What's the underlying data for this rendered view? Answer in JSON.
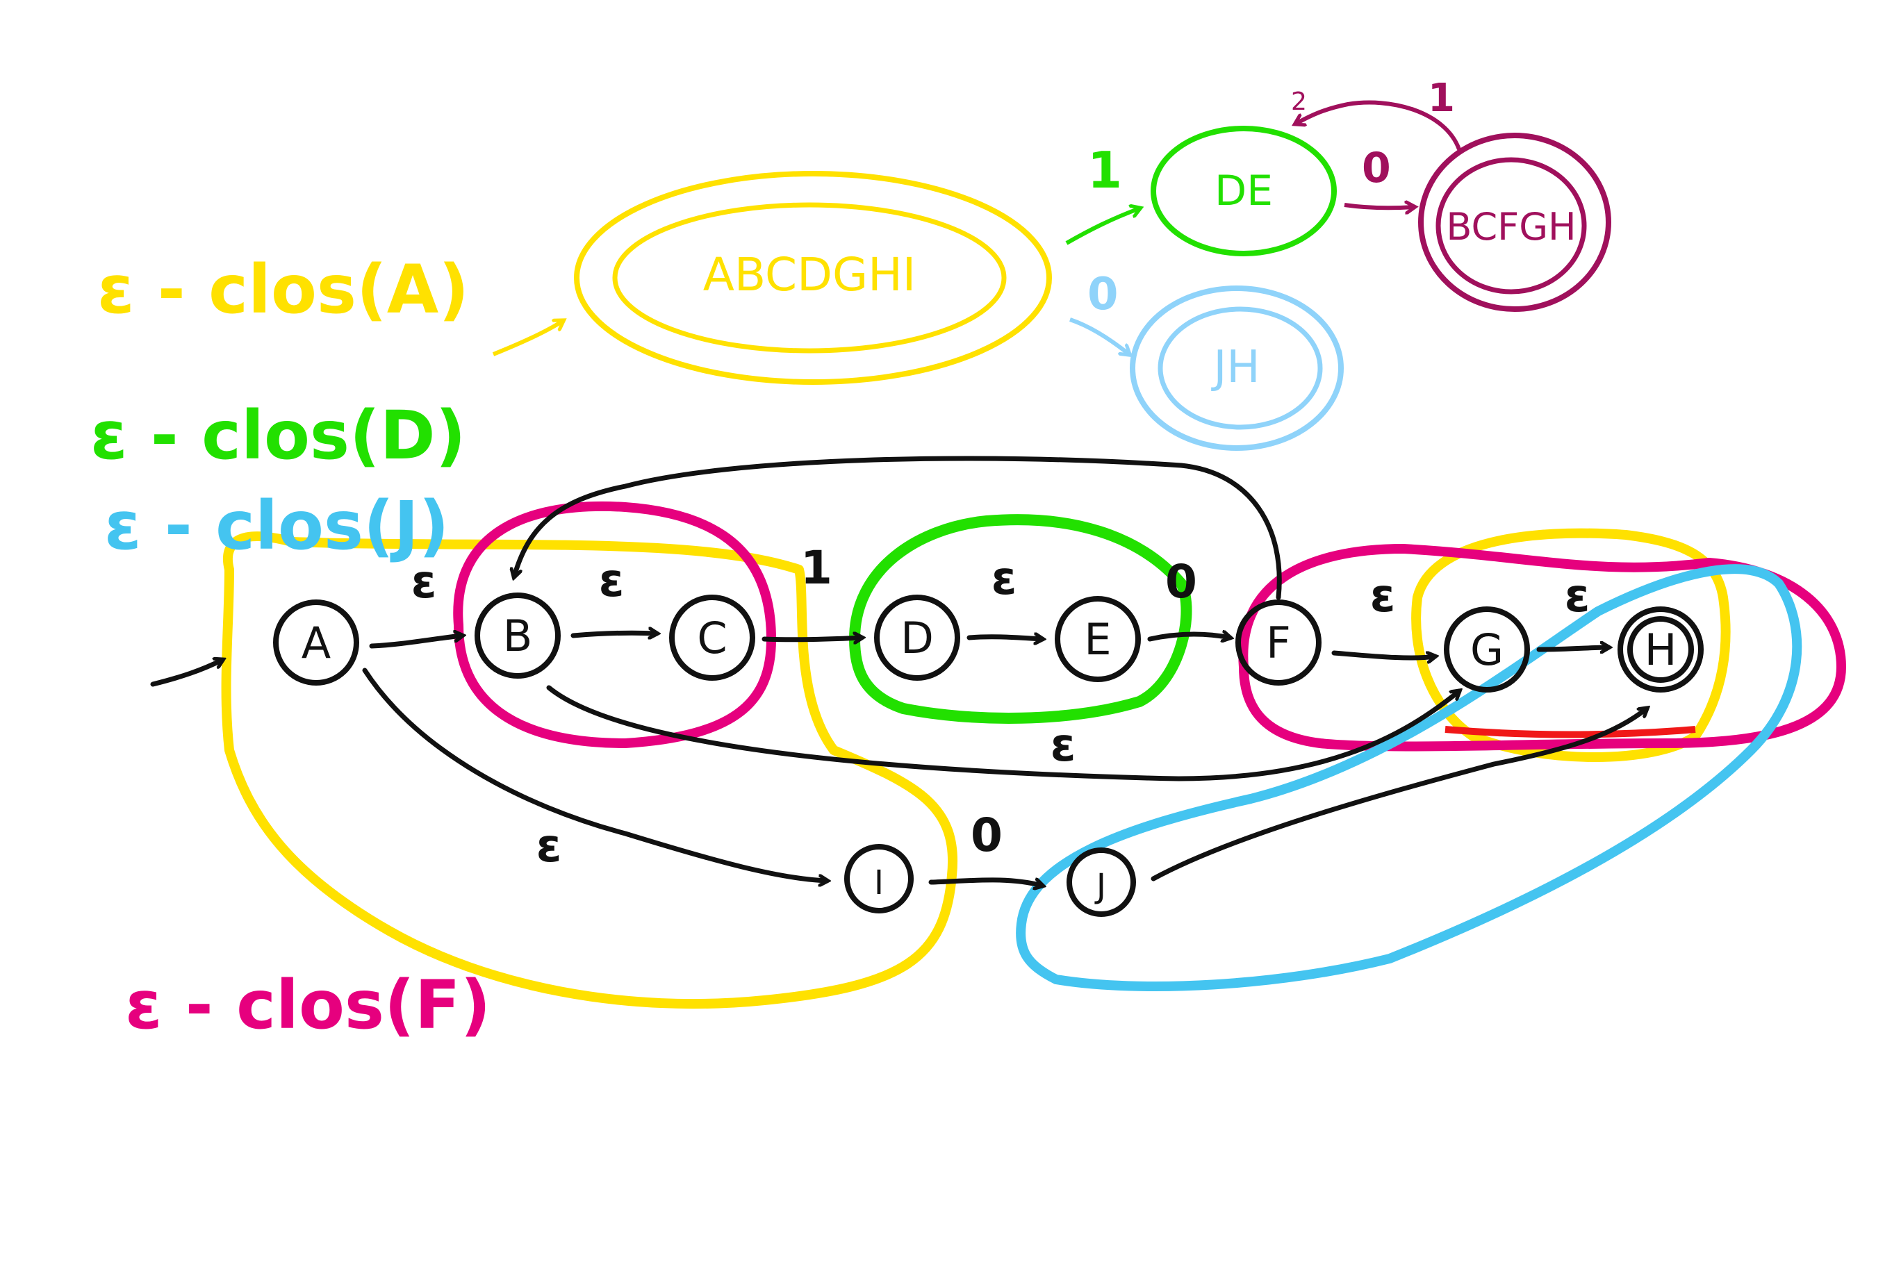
{
  "colors": {
    "ink": "#111111",
    "yellow": "#FFE100",
    "magenta": "#E6007E",
    "green": "#22E000",
    "light_blue": "#44C4F0",
    "pale_blue": "#8FD3FA",
    "plum": "#A0105C",
    "red": "#F01818"
  },
  "closure_labels": {
    "a": "ε - clos(A)",
    "d": "ε - clos(D)",
    "j": "ε - clos(J)",
    "f": "ε - clos(F)"
  },
  "states": [
    {
      "id": "A",
      "label": "A"
    },
    {
      "id": "B",
      "label": "B"
    },
    {
      "id": "C",
      "label": "C"
    },
    {
      "id": "D",
      "label": "D"
    },
    {
      "id": "E",
      "label": "E"
    },
    {
      "id": "F",
      "label": "F"
    },
    {
      "id": "G",
      "label": "G"
    },
    {
      "id": "H",
      "label": "H"
    },
    {
      "id": "I",
      "label": "I"
    },
    {
      "id": "J",
      "label": "J"
    }
  ],
  "transitions": [
    {
      "from": "start",
      "to": "A",
      "symbol": ""
    },
    {
      "from": "A",
      "to": "B",
      "symbol": "ε"
    },
    {
      "from": "B",
      "to": "C",
      "symbol": "ε"
    },
    {
      "from": "C",
      "to": "D",
      "symbol": "1"
    },
    {
      "from": "D",
      "to": "E",
      "symbol": "ε"
    },
    {
      "from": "E",
      "to": "F",
      "symbol": "0"
    },
    {
      "from": "F",
      "to": "G",
      "symbol": "ε"
    },
    {
      "from": "G",
      "to": "H",
      "symbol": "ε"
    },
    {
      "from": "A",
      "to": "I",
      "symbol": "ε"
    },
    {
      "from": "I",
      "to": "J",
      "symbol": "0"
    },
    {
      "from": "J",
      "to": "H",
      "symbol": ""
    },
    {
      "from": "B",
      "to": "G",
      "symbol": "ε"
    },
    {
      "from": "F",
      "to": "B",
      "symbol": ""
    }
  ],
  "dfa": {
    "states": [
      {
        "id": "ABCDGHI",
        "label": "ABCDGHI"
      },
      {
        "id": "DE",
        "label": "DE"
      },
      {
        "id": "JH",
        "label": "JH"
      },
      {
        "id": "BCFGH",
        "label": "BCFGH"
      }
    ],
    "transitions": [
      {
        "from": "ABCDGHI",
        "to": "DE",
        "symbol": "1"
      },
      {
        "from": "ABCDGHI",
        "to": "JH",
        "symbol": "0"
      },
      {
        "from": "DE",
        "to": "BCFGH",
        "symbol": "0"
      },
      {
        "from": "BCFGH",
        "to": "DE",
        "symbol": "1"
      }
    ],
    "small_marks": {
      "near_de": "2"
    }
  }
}
